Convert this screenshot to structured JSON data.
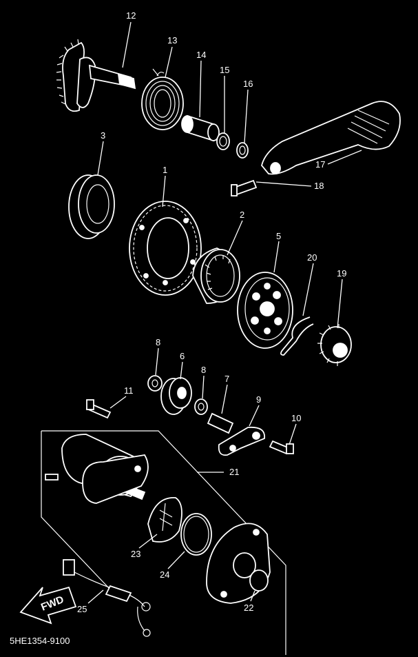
{
  "diagram": {
    "code": "5HE1354-9100",
    "arrow_label": "FWD",
    "parts": [
      {
        "id": "12"
      },
      {
        "id": "13"
      },
      {
        "id": "14"
      },
      {
        "id": "15"
      },
      {
        "id": "16"
      },
      {
        "id": "3"
      },
      {
        "id": "17"
      },
      {
        "id": "18"
      },
      {
        "id": "1"
      },
      {
        "id": "2"
      },
      {
        "id": "5"
      },
      {
        "id": "20"
      },
      {
        "id": "19"
      },
      {
        "id": "8a",
        "label": "8"
      },
      {
        "id": "6"
      },
      {
        "id": "8b",
        "label": "8"
      },
      {
        "id": "7"
      },
      {
        "id": "11"
      },
      {
        "id": "9"
      },
      {
        "id": "10"
      },
      {
        "id": "21"
      },
      {
        "id": "23"
      },
      {
        "id": "24"
      },
      {
        "id": "22"
      },
      {
        "id": "25"
      }
    ]
  },
  "colors": {
    "background": "#000000",
    "line": "#ffffff"
  }
}
